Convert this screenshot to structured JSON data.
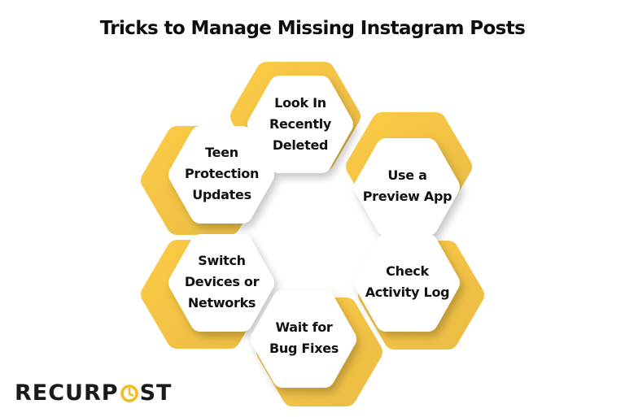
{
  "title": "Tricks to Manage Missing Instagram Posts",
  "colors": {
    "accent": "#FDCB45",
    "accent_dark": "#C9A23A",
    "hex_fill": "#FFFFFF",
    "text": "#111111"
  },
  "items": [
    {
      "id": "look-in-recently-deleted",
      "label": "Look In\nRecently\nDeleted"
    },
    {
      "id": "use-a-preview-app",
      "label": "Use a\nPreview App"
    },
    {
      "id": "check-activity-log",
      "label": "Check\nActivity Log"
    },
    {
      "id": "wait-for-bug-fixes",
      "label": "Wait for\nBug Fixes"
    },
    {
      "id": "switch-devices-or-networks",
      "label": "Switch\nDevices or\nNetworks"
    },
    {
      "id": "teen-protection-updates",
      "label": "Teen\nProtection\nUpdates"
    }
  ],
  "logo": {
    "text_before": "RECURP",
    "text_after": "ST",
    "icon": "clock-icon"
  }
}
